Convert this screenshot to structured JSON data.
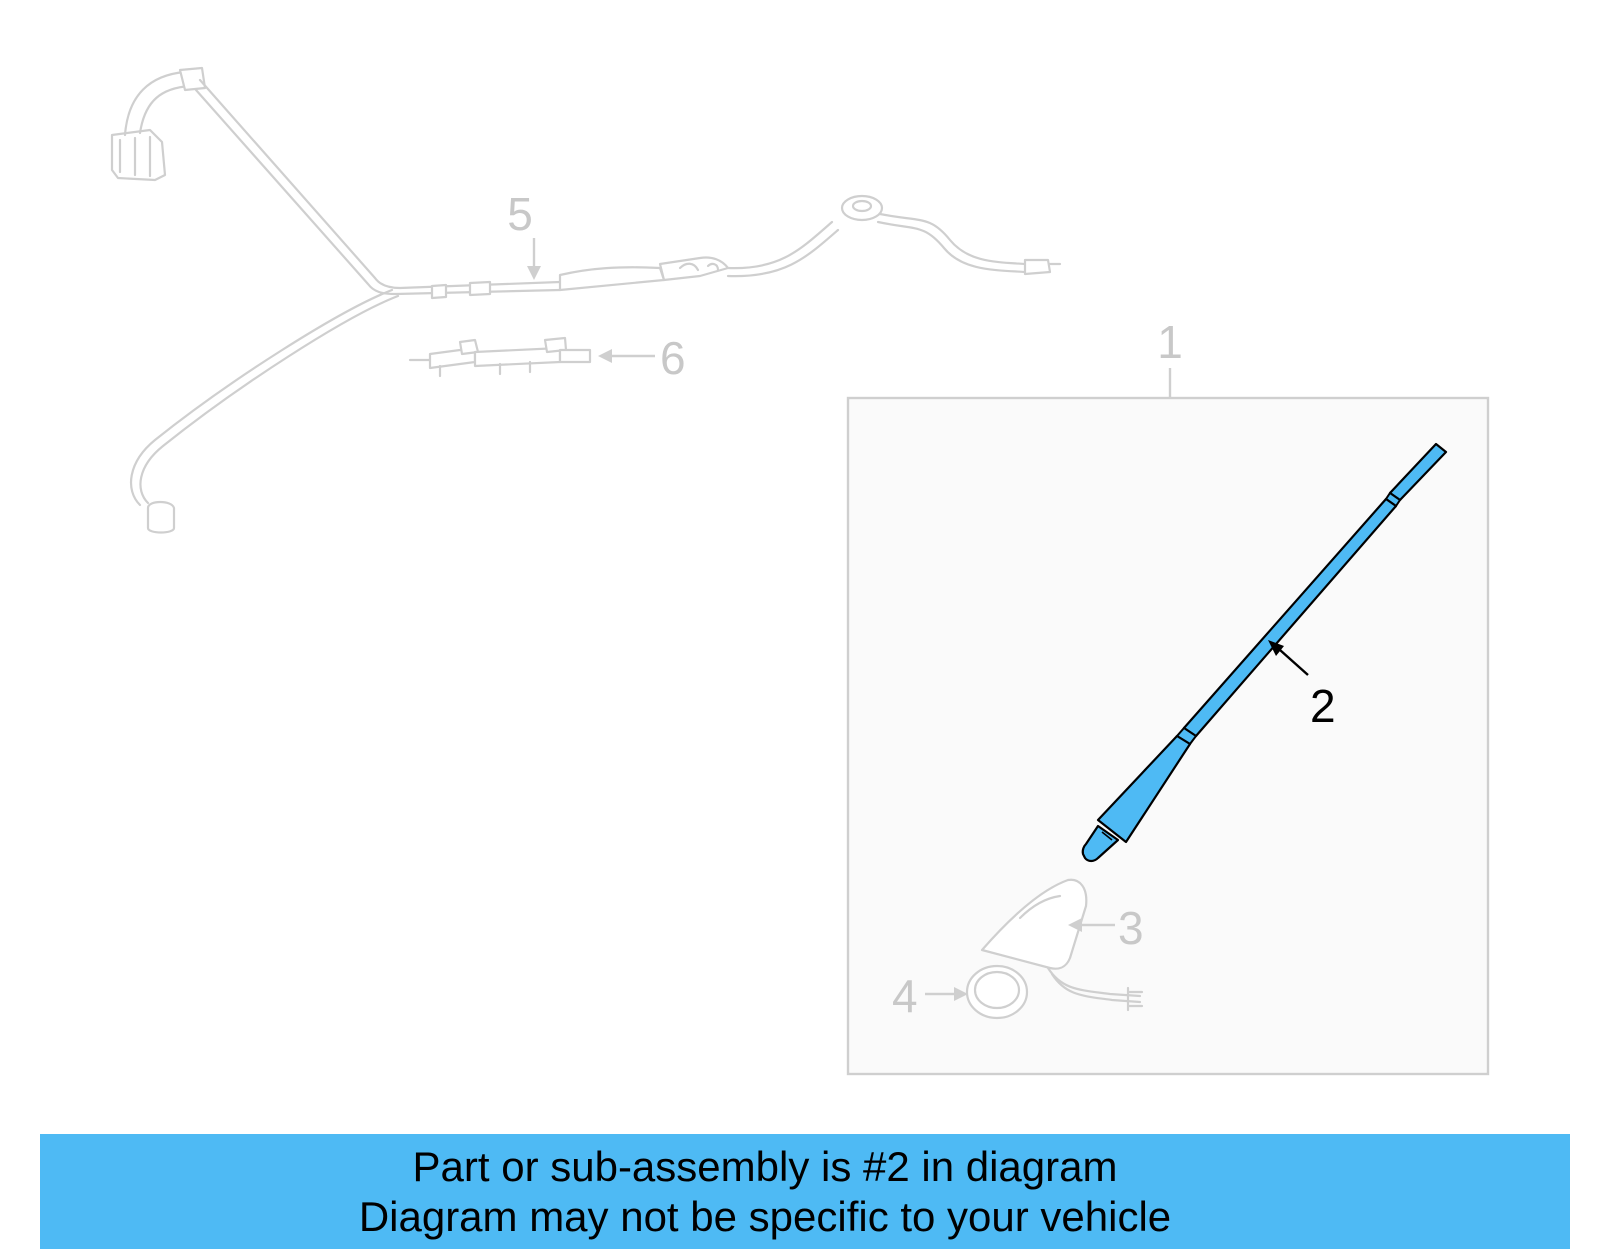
{
  "colors": {
    "highlight": "#4ebaf4",
    "banner": "#4ebaf4",
    "muted_line": "#cfcfcf",
    "muted_text": "#c8c8c8",
    "box_fill": "#fafafa",
    "box_stroke": "#cfcfcf"
  },
  "callouts": {
    "c1": "1",
    "c2": "2",
    "c3": "3",
    "c4": "4",
    "c5": "5",
    "c6": "6"
  },
  "highlighted_part": "2",
  "banner": {
    "line1": "Part or sub-assembly is #2 in diagram",
    "line2": "Diagram may not be specific to your vehicle"
  }
}
